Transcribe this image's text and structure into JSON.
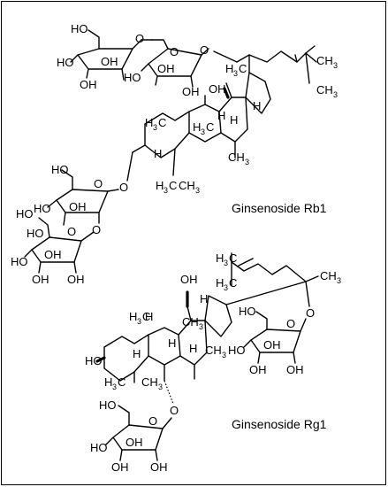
{
  "figure": {
    "captions": {
      "rb1": "Ginsenoside Rb1",
      "rg1": "Ginsenoside Rg1"
    },
    "atoms": {
      "OH": "OH",
      "HO": "HO",
      "O": "O",
      "H": "H",
      "CH": "CH",
      "H3": "H",
      "C": "C",
      "sub3": "3"
    }
  }
}
